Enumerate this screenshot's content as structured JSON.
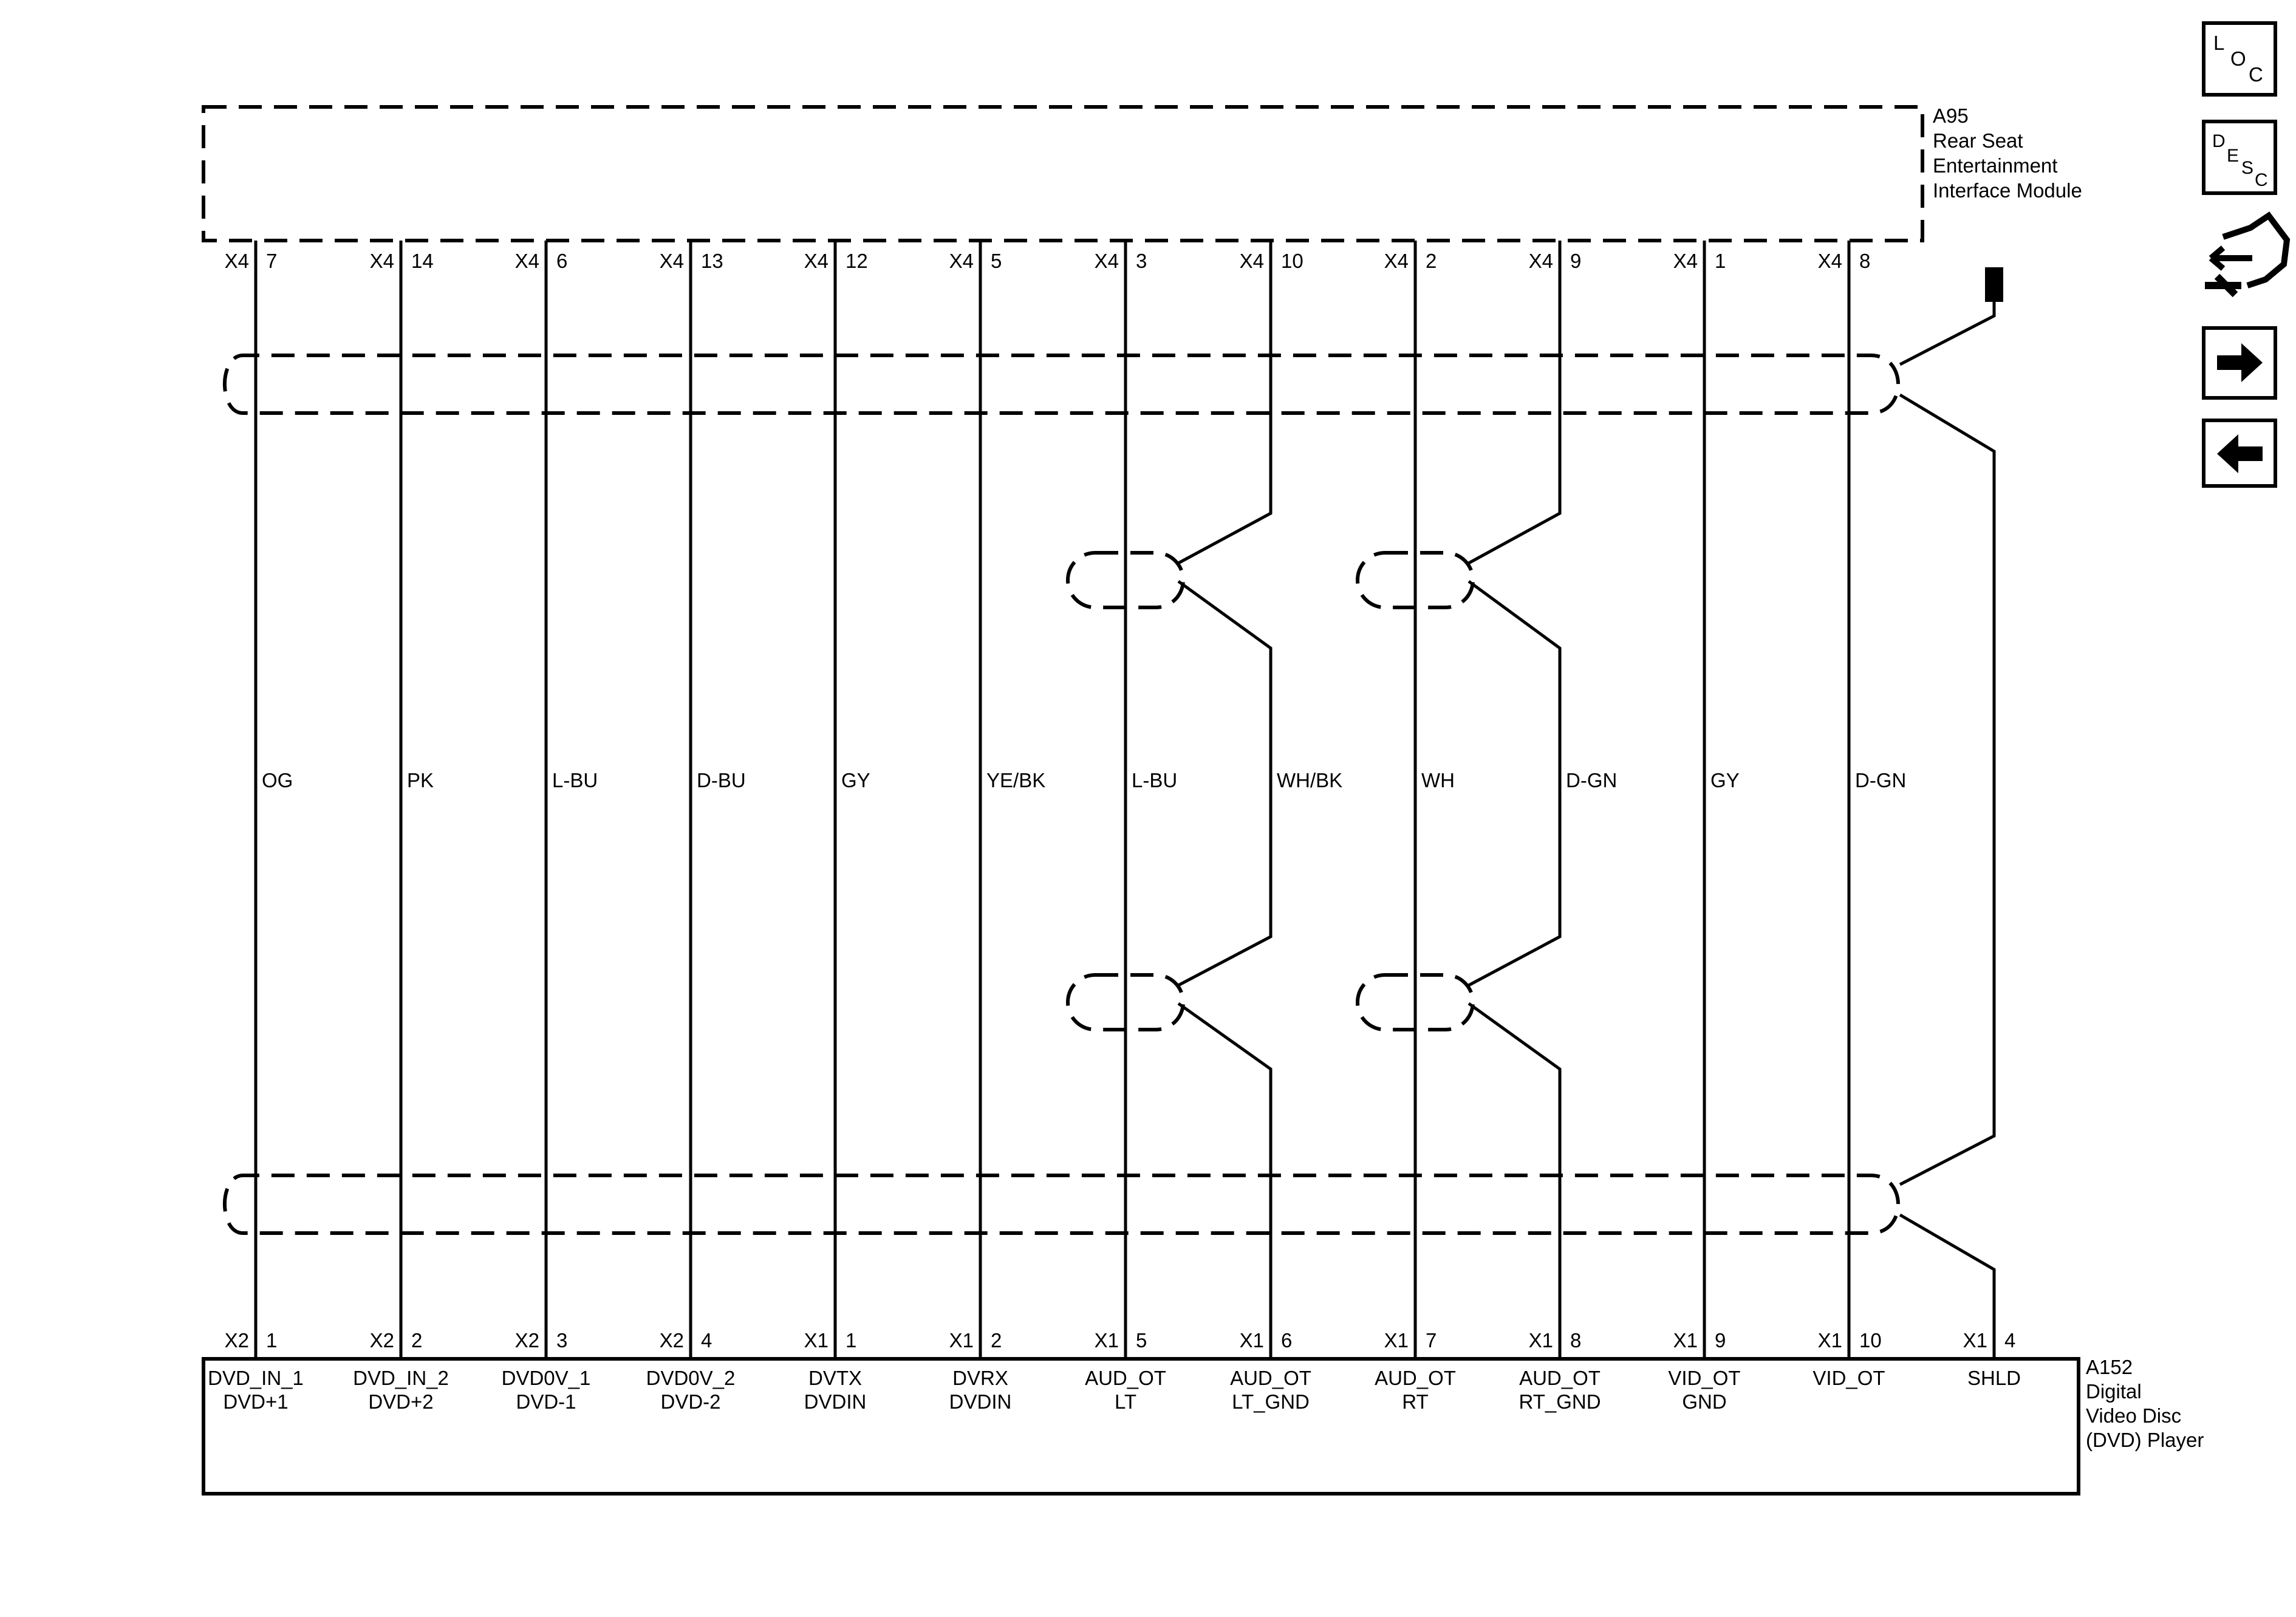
{
  "module_top": {
    "ref": "A95",
    "name_lines": [
      "Rear Seat",
      "Entertainment",
      "Interface Module"
    ]
  },
  "module_bottom": {
    "ref": "A152",
    "name_lines": [
      "Digital",
      "Video Disc",
      "(DVD) Player"
    ]
  },
  "wires": [
    {
      "top_conn": "X4",
      "top_pin": "7",
      "color": "OG",
      "bot_conn": "X2",
      "bot_pin": "1",
      "label1": "DVD_IN_1",
      "label2": "DVD+1"
    },
    {
      "top_conn": "X4",
      "top_pin": "14",
      "color": "PK",
      "bot_conn": "X2",
      "bot_pin": "2",
      "label1": "DVD_IN_2",
      "label2": "DVD+2"
    },
    {
      "top_conn": "X4",
      "top_pin": "6",
      "color": "L-BU",
      "bot_conn": "X2",
      "bot_pin": "3",
      "label1": "DVD0V_1",
      "label2": "DVD-1"
    },
    {
      "top_conn": "X4",
      "top_pin": "13",
      "color": "D-BU",
      "bot_conn": "X2",
      "bot_pin": "4",
      "label1": "DVD0V_2",
      "label2": "DVD-2"
    },
    {
      "top_conn": "X4",
      "top_pin": "12",
      "color": "GY",
      "bot_conn": "X1",
      "bot_pin": "1",
      "label1": "DVTX",
      "label2": "DVDIN"
    },
    {
      "top_conn": "X4",
      "top_pin": "5",
      "color": "YE/BK",
      "bot_conn": "X1",
      "bot_pin": "2",
      "label1": "DVRX",
      "label2": "DVDIN"
    },
    {
      "top_conn": "X4",
      "top_pin": "3",
      "color": "L-BU",
      "bot_conn": "X1",
      "bot_pin": "5",
      "label1": "AUD_OT",
      "label2": "LT"
    },
    {
      "top_conn": "X4",
      "top_pin": "10",
      "color": "WH/BK",
      "bot_conn": "X1",
      "bot_pin": "6",
      "label1": "AUD_OT",
      "label2": "LT_GND"
    },
    {
      "top_conn": "X4",
      "top_pin": "2",
      "color": "WH",
      "bot_conn": "X1",
      "bot_pin": "7",
      "label1": "AUD_OT",
      "label2": "RT"
    },
    {
      "top_conn": "X4",
      "top_pin": "9",
      "color": "D-GN",
      "bot_conn": "X1",
      "bot_pin": "8",
      "label1": "AUD_OT",
      "label2": "RT_GND"
    },
    {
      "top_conn": "X4",
      "top_pin": "1",
      "color": "GY",
      "bot_conn": "X1",
      "bot_pin": "9",
      "label1": "VID_OT",
      "label2": "GND"
    },
    {
      "top_conn": "X4",
      "top_pin": "8",
      "color": "D-GN",
      "bot_conn": "X1",
      "bot_pin": "10",
      "label1": "VID_OT",
      "label2": ""
    }
  ],
  "shield": {
    "bot_conn": "X1",
    "bot_pin": "4",
    "label1": "SHLD"
  },
  "nav": {
    "loc": {
      "l1": "L",
      "l2": "O",
      "l3": "C"
    },
    "desc": {
      "l1": "D",
      "l2": "E",
      "l3": "S",
      "l4": "C"
    },
    "icons": [
      "connector-icon",
      "next-arrow-icon",
      "prev-arrow-icon"
    ]
  }
}
